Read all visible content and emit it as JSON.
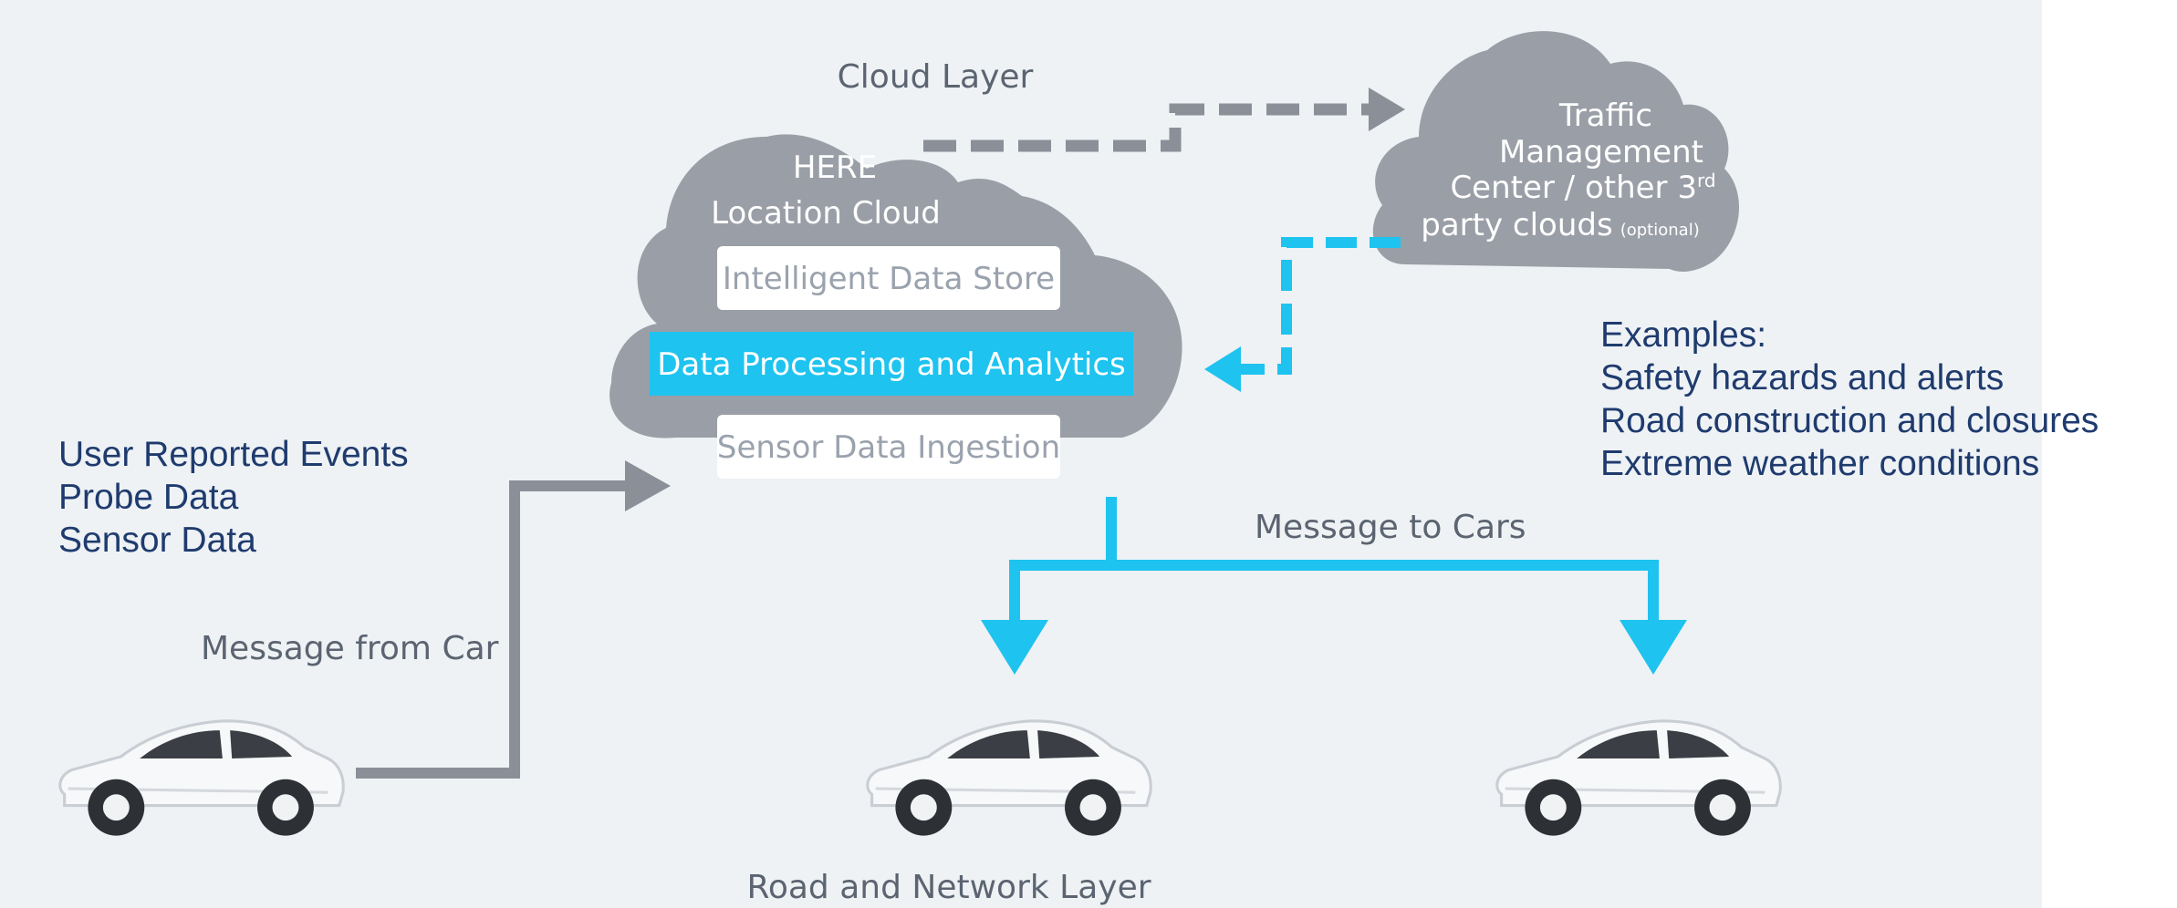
{
  "title": "Cloud Layer",
  "bottom_label": "Road and Network Layer",
  "here_cloud": {
    "line1": "HERE",
    "line2": "Location Cloud",
    "box_store": "Intelligent Data Store",
    "box_processing": "Data Processing and Analytics",
    "box_ingestion": "Sensor Data Ingestion"
  },
  "tmc_cloud": {
    "line1": "Traffic",
    "line2": "Management",
    "line3": "Center / other 3",
    "line3_sup": "rd",
    "line4": "party clouds",
    "line4_small": "(optional)"
  },
  "message_from_car": "Message from Car",
  "message_to_cars": "Message to Cars",
  "inputs": [
    "User Reported Events",
    "Probe Data",
    "Sensor Data"
  ],
  "examples": {
    "heading": "Examples:",
    "items": [
      "Safety hazards and alerts",
      "Road construction and closures",
      "Extreme weather conditions"
    ]
  },
  "colors": {
    "panel": "#eef2f5",
    "cloud": "#9a9ea6",
    "accent": "#1ec3ef",
    "grey_line": "#8a8f98",
    "text_blue": "#1f3b6e"
  }
}
